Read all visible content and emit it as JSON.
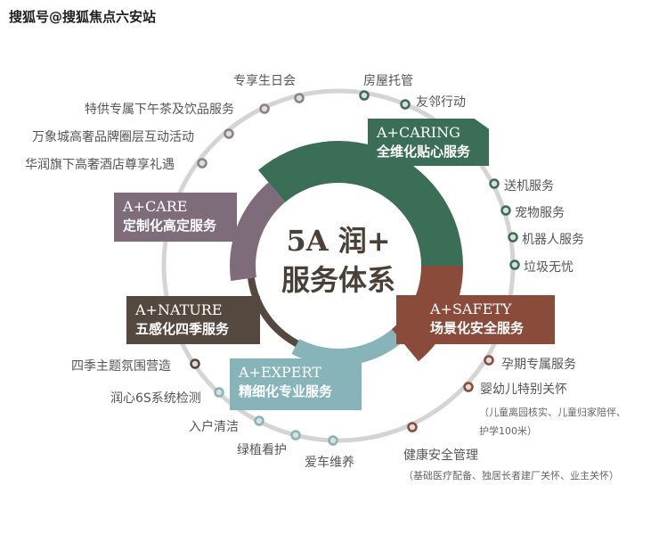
{
  "watermark": "搜狐号@搜狐焦点六安站",
  "center": {
    "line1": "5A 润+",
    "line2": "服务体系"
  },
  "colors": {
    "caring": "#3b6e56",
    "care": "#7e6c7b",
    "nature": "#54483f",
    "expert": "#87b4b9",
    "safety": "#8a4b3b",
    "ring": "#d4d4d4"
  },
  "categories": [
    {
      "key": "caring",
      "en": "A+CARING",
      "zh": "全维化贴心服务"
    },
    {
      "key": "care",
      "en": "A+CARE",
      "zh": "定制化高定服务"
    },
    {
      "key": "nature",
      "en": "A+NATURE",
      "zh": "五感化四季服务"
    },
    {
      "key": "expert",
      "en": "A+EXPERT",
      "zh": "精细化专业服务"
    },
    {
      "key": "safety",
      "en": "A+SAFETY",
      "zh": "场景化安全服务"
    }
  ],
  "services": {
    "care": [
      "专享生日会",
      "特供专属下午茶及饮品服务",
      "万象城高奢品牌圈层互动活动",
      "华润旗下高奢酒店尊享礼遇"
    ],
    "caring": [
      "房屋托管",
      "友邻行动",
      "送机服务",
      "宠物服务",
      "机器人服务",
      "垃圾无忧"
    ],
    "safety": [
      "孕期专属服务",
      "婴幼儿特别关怀",
      "健康安全管理"
    ],
    "safety_notes": [
      "（儿童离园核实、儿童归家陪伴、",
      "护学100米）",
      "（基础医疗配备、独居长者建厂关怀、业主关怀）"
    ],
    "nature": [
      "四季主题氛围营造"
    ],
    "expert": [
      "润心6S系统检测",
      "入户清洁",
      "绿植看护",
      "爱车维养"
    ]
  }
}
